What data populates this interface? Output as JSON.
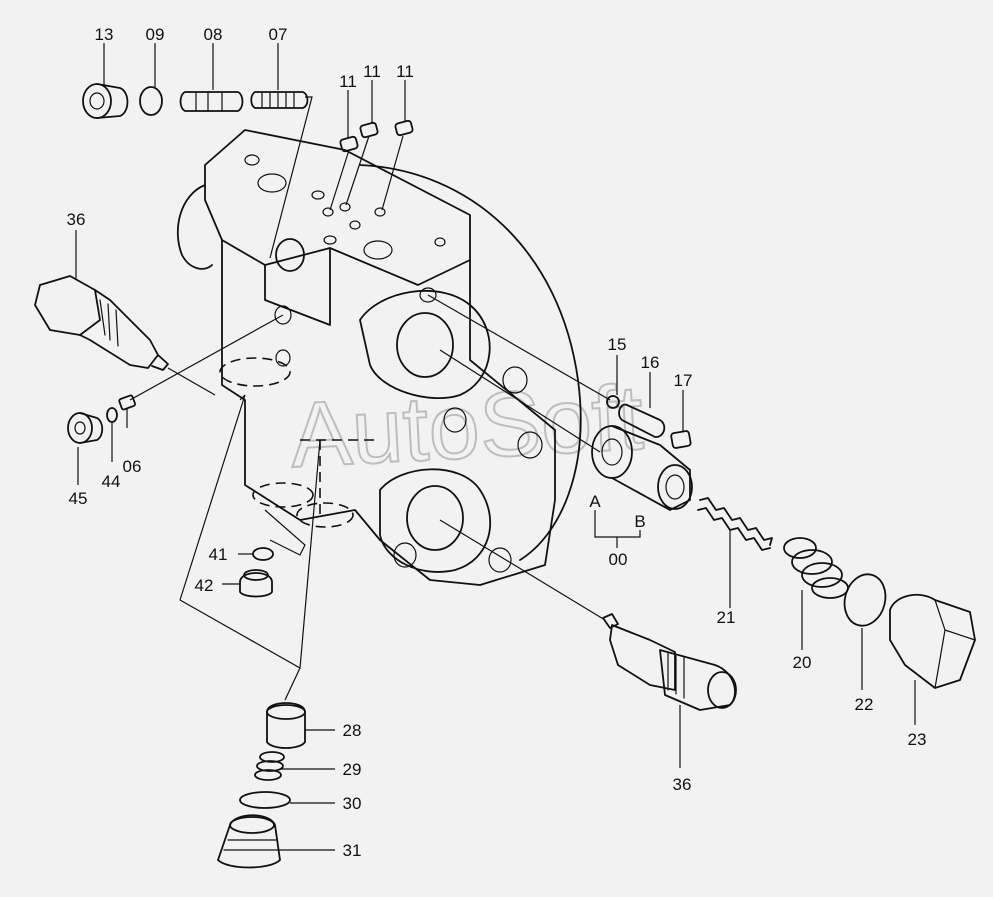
{
  "watermark": "AutoSoft",
  "callouts": [
    {
      "id": "c13",
      "text": "13"
    },
    {
      "id": "c09",
      "text": "09"
    },
    {
      "id": "c08",
      "text": "08"
    },
    {
      "id": "c07",
      "text": "07"
    },
    {
      "id": "c11a",
      "text": "11"
    },
    {
      "id": "c11b",
      "text": "11"
    },
    {
      "id": "c11c",
      "text": "11"
    },
    {
      "id": "c36a",
      "text": "36"
    },
    {
      "id": "c15",
      "text": "15"
    },
    {
      "id": "c16",
      "text": "16"
    },
    {
      "id": "c17",
      "text": "17"
    },
    {
      "id": "cA",
      "text": "A"
    },
    {
      "id": "cB",
      "text": "B"
    },
    {
      "id": "c00",
      "text": "00"
    },
    {
      "id": "c45",
      "text": "45"
    },
    {
      "id": "c44",
      "text": "44"
    },
    {
      "id": "c06",
      "text": "06"
    },
    {
      "id": "c41",
      "text": "41"
    },
    {
      "id": "c42",
      "text": "42"
    },
    {
      "id": "c21",
      "text": "21"
    },
    {
      "id": "c20",
      "text": "20"
    },
    {
      "id": "c22",
      "text": "22"
    },
    {
      "id": "c23",
      "text": "23"
    },
    {
      "id": "c28",
      "text": "28"
    },
    {
      "id": "c29",
      "text": "29"
    },
    {
      "id": "c30",
      "text": "30"
    },
    {
      "id": "c31",
      "text": "31"
    },
    {
      "id": "c36b",
      "text": "36"
    }
  ]
}
